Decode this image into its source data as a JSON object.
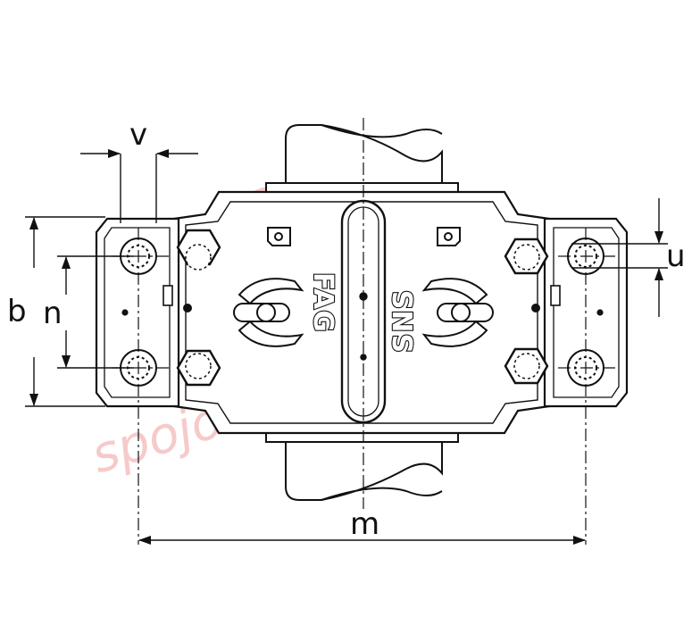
{
  "diagram": {
    "dimension_labels": {
      "v": "v",
      "u": "u",
      "b": "b",
      "n": "n",
      "m": "m"
    },
    "brand_marks": {
      "left": "FAG",
      "right": "SNS"
    },
    "watermark": "spojovaci-material.cz",
    "colors": {
      "line": "#111111",
      "watermark": "#f0a0a0",
      "background": "#ffffff"
    }
  }
}
